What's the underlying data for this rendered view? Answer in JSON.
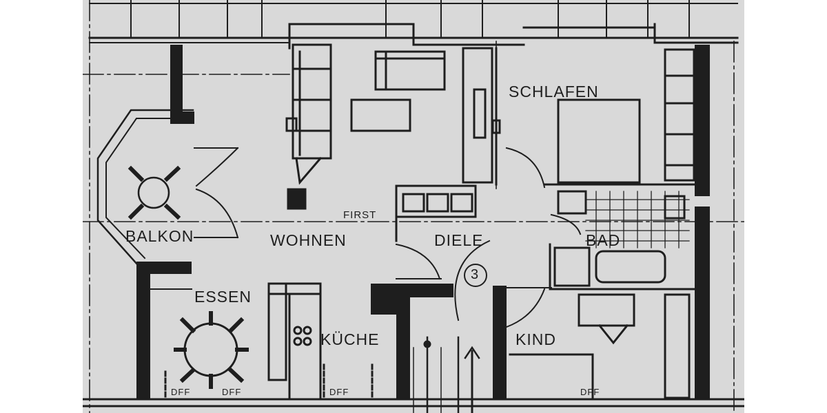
{
  "colors": {
    "paper": "#d9d9d9",
    "ink": "#1e1e1e",
    "margin": "#ffffff"
  },
  "rooms": {
    "schlafen": "SCHLAFEN",
    "balkon": "BALKON",
    "wohnen": "WOHNEN",
    "diele": "DIELE",
    "bad": "BAD",
    "essen": "ESSEN",
    "kueche": "KÜCHE",
    "kind": "KIND"
  },
  "annotations": {
    "first": "FIRST",
    "stair_number": "3",
    "dff_labels": [
      "DFF",
      "DFF",
      "DFF",
      "DFF"
    ]
  }
}
